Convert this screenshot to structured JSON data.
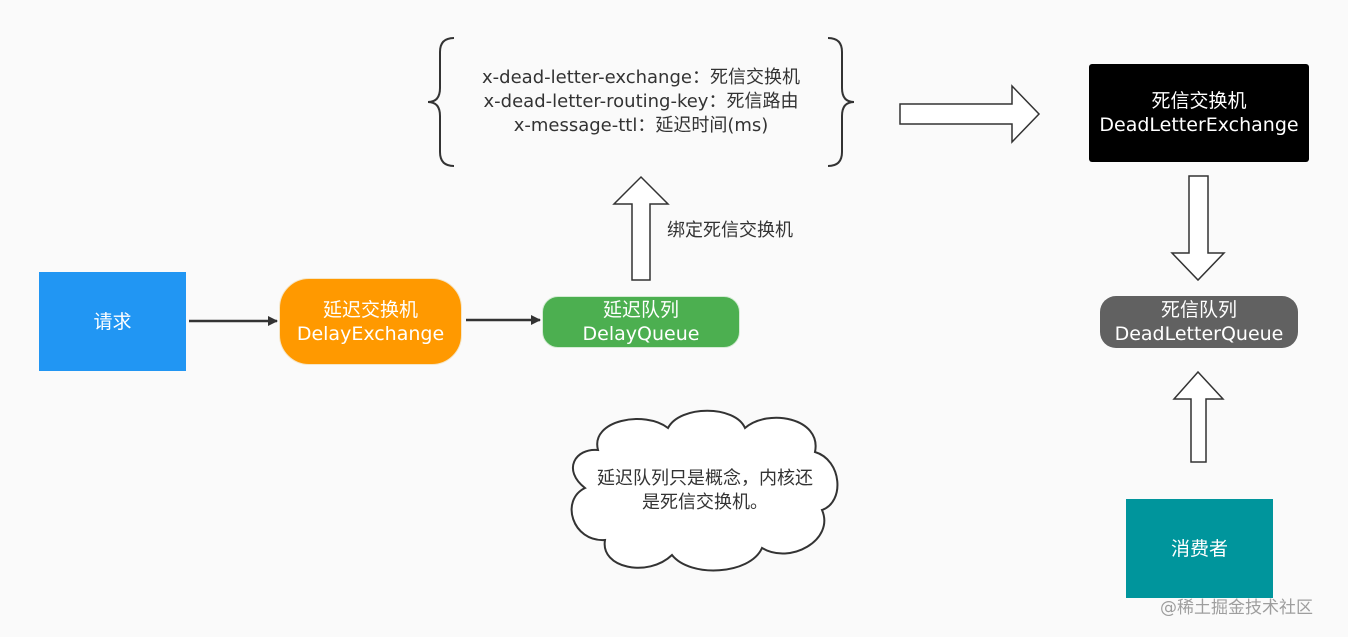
{
  "nodes": {
    "request": {
      "label": "请求"
    },
    "delay_exchange": {
      "line1": "延迟交换机",
      "line2": "DelayExchange"
    },
    "delay_queue": {
      "line1": "延迟队列",
      "line2": "DelayQueue"
    },
    "dead_letter_exchange": {
      "line1": "死信交换机",
      "line2": "DeadLetterExchange"
    },
    "dead_letter_queue": {
      "line1": "死信队列",
      "line2": "DeadLetterQueue"
    },
    "consumer": {
      "label": "消费者"
    }
  },
  "queue_arguments": [
    "x-dead-letter-exchange：死信交换机",
    "x-dead-letter-routing-key：死信路由",
    "x-message-ttl：延迟时间(ms)"
  ],
  "bind_label": "绑定死信交换机",
  "cloud_note": {
    "line1": "延迟队列只是概念，内核还",
    "line2": "是死信交换机。"
  },
  "watermark": "@稀土掘金技术社区",
  "colors": {
    "request": "#2196f3",
    "delay_exchange": "#ff9900",
    "delay_queue": "#4caf50",
    "dead_letter_exchange": "#000000",
    "dead_letter_queue": "#616161",
    "consumer": "#00959c"
  }
}
